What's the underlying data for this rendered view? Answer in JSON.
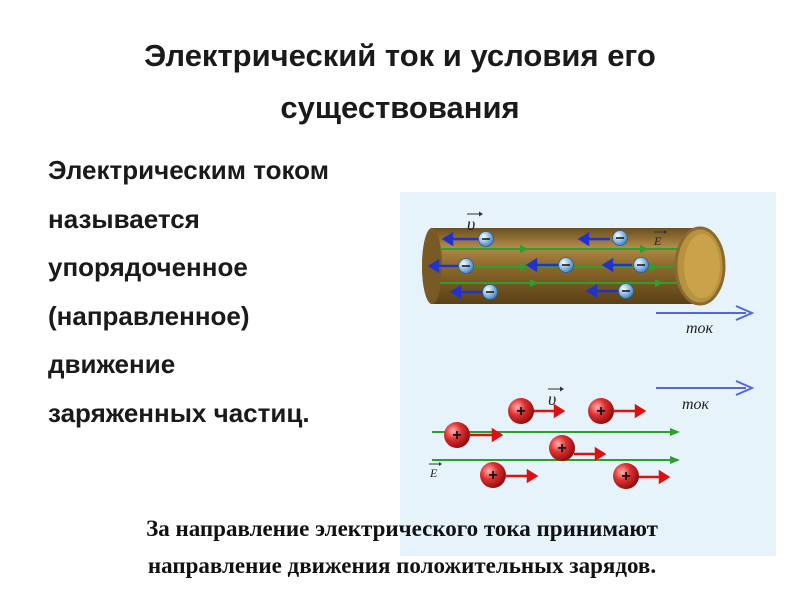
{
  "title": {
    "lines": [
      "Электрический ток и условия его",
      "существования"
    ]
  },
  "definition": {
    "lines": [
      "Электрическим током",
      "называется",
      "упорядоченное",
      "(направленное)",
      "движение",
      "заряженных частиц."
    ]
  },
  "figure": {
    "top_diagram": {
      "velocity_label": "υ",
      "field_label": "E",
      "current_label": "ток",
      "charge_symbol": "−",
      "colors": {
        "conductor": "#8a6a2e",
        "conductor_end": "#c8a04a",
        "field_line": "#2e9e2e",
        "electron": "#6fa8dc",
        "electron_arrow": "#2233cc",
        "current_arrow": "#5566dd"
      }
    },
    "bottom_diagram": {
      "velocity_label": "υ",
      "field_label": "E",
      "current_label": "ток",
      "charge_symbol": "+",
      "colors": {
        "field_line": "#2e9e2e",
        "proton": "#dd2222",
        "proton_arrow": "#dd1111",
        "current_arrow": "#5566dd"
      }
    },
    "background": "#e6f3fb"
  },
  "footer": {
    "lines": [
      "За направление электрического тока принимают",
      "направление движения положительных зарядов."
    ]
  }
}
